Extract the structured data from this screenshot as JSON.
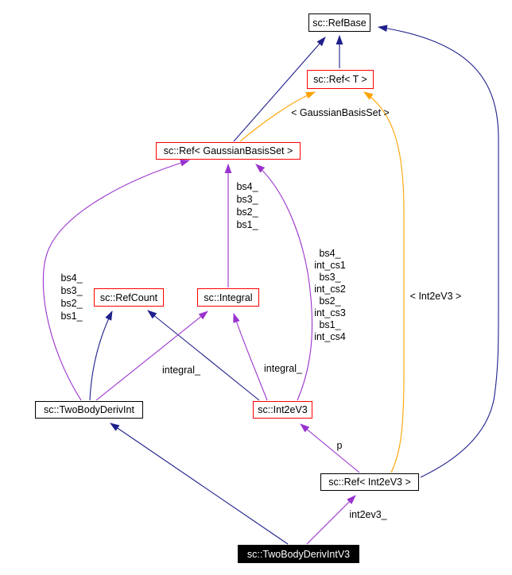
{
  "nodes": {
    "refbase": {
      "label": "sc::RefBase"
    },
    "ref_t": {
      "label": "sc::Ref< T >"
    },
    "ref_gbs": {
      "label": "sc::Ref< GaussianBasisSet >"
    },
    "refcount": {
      "label": "sc::RefCount"
    },
    "integral": {
      "label": "sc::Integral"
    },
    "twobodyderivint": {
      "label": "sc::TwoBodyDerivInt"
    },
    "int2ev3": {
      "label": "sc::Int2eV3"
    },
    "ref_int2ev3": {
      "label": "sc::Ref< Int2eV3 >"
    },
    "twobodyderivintv3": {
      "label": "sc::TwoBodyDerivIntV3"
    }
  },
  "edge_labels": {
    "left_bs": "bs4_\nbs3_\nbs2_\nbs1_",
    "mid_bs": "bs4_\nbs3_\nbs2_\nbs1_",
    "right_bs": "bs4_\nint_cs1\nbs3_\nint_cs2\nbs2_\nint_cs3\nbs1_\nint_cs4",
    "integral_left": "integral_",
    "integral_right": "integral_",
    "template_gbs": "< GaussianBasisSet >",
    "template_int2ev3": "< Int2eV3 >",
    "p": "p",
    "int2ev3_member": "int2ev3_"
  },
  "colors": {
    "inheritance_edge": "#20208c",
    "usage_edge": "#9a32cd",
    "template_edge": "#ffa200",
    "node_border_highlight": "#ff0000",
    "node_border": "#000000",
    "focus_node_bg": "#000000",
    "focus_node_text": "#ffffff",
    "background": "#ffffff"
  }
}
